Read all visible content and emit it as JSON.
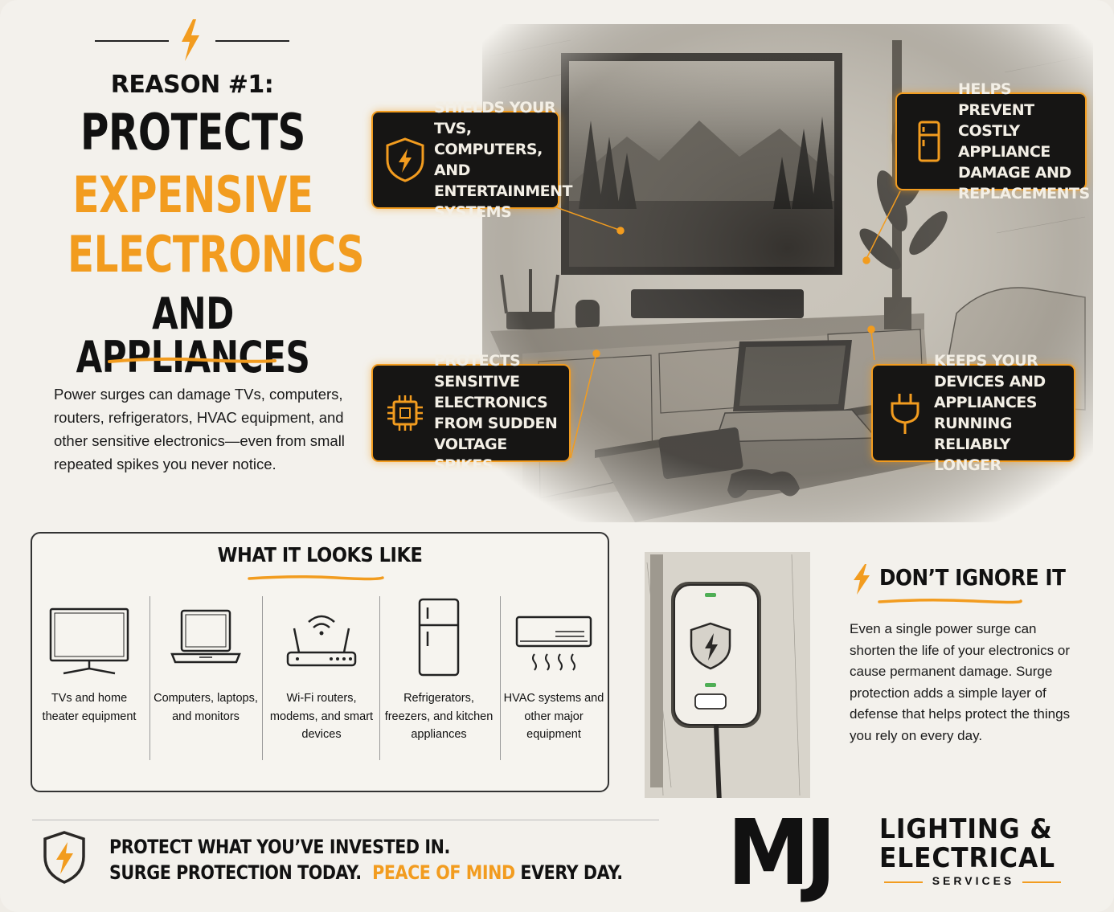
{
  "header": {
    "reason": "REASON #1:",
    "title_l1": "PROTECTS",
    "title_l2": "EXPENSIVE",
    "title_l3": "ELECTRONICS",
    "title_l4": "AND APPLIANCES",
    "intro": "Power surges can damage TVs, computers, routers, refrigerators, HVAC equipment, and other sensitive electronics—even from small repeated spikes you never notice."
  },
  "callouts": {
    "shields": "SHIELDS YOUR TVS, COMPUTERS, AND ENTERTAINMENT SYSTEMS",
    "prevent": "HELPS PREVENT COSTLY APPLIANCE DAMAGE AND REPLACEMENTS",
    "sensitive": "PROTECTS SENSITIVE ELECTRONICS FROM SUDDEN VOLTAGE SPIKES",
    "reliable": "KEEPS YOUR DEVICES AND APPLIANCES RUNNING RELIABLY LONGER"
  },
  "what_it_looks_like": {
    "title": "WHAT IT LOOKS LIKE",
    "items": [
      {
        "label": "TVs and home theater equipment",
        "icon": "tv-icon"
      },
      {
        "label": "Computers, laptops, and monitors",
        "icon": "laptop-icon"
      },
      {
        "label": "Wi-Fi routers, modems, and smart devices",
        "icon": "router-icon"
      },
      {
        "label": "Refrigerators, freezers, and kitchen appliances",
        "icon": "fridge-icon"
      },
      {
        "label": "HVAC systems and other major equipment",
        "icon": "hvac-icon"
      }
    ]
  },
  "dont_ignore": {
    "title": "DON’T IGNORE IT",
    "body": "Even a single power surge can shorten the life of your electronics or cause permanent damage. Surge protection adds a simple layer of defense that helps protect the things you rely on every day."
  },
  "footer": {
    "line1": "PROTECT WHAT YOU’VE INVESTED IN.",
    "line2_a": "SURGE PROTECTION TODAY.",
    "line2_b": "PEACE OF MIND",
    "line2_c": "EVERY DAY."
  },
  "logo": {
    "mark": "MJ",
    "line1": "LIGHTING &",
    "line2": "ELECTRICAL",
    "line3": "SERVICES"
  },
  "colors": {
    "accent": "#f29c1f",
    "dark": "#161514",
    "background": "#f3f1ec"
  }
}
